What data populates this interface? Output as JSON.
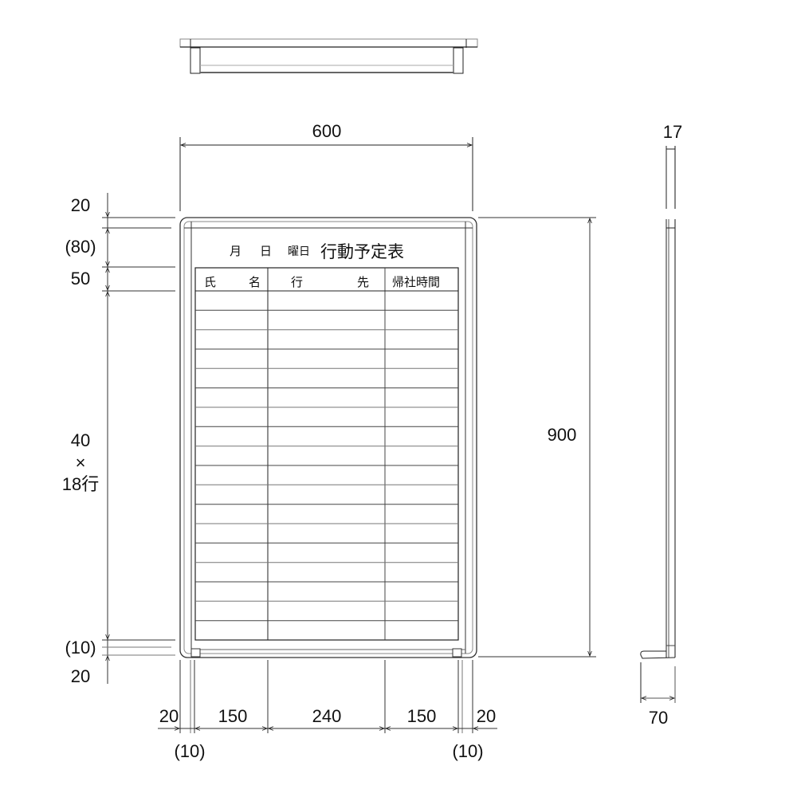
{
  "board": {
    "title_prefix_month": "月",
    "title_prefix_day": "日",
    "title_prefix_weekday": "曜日",
    "title_main": "行動予定表",
    "columns": [
      {
        "label_a": "氏",
        "label_b": "名"
      },
      {
        "label_a": "行",
        "label_b": "先"
      },
      {
        "label_a": "帰社時間",
        "label_b": ""
      }
    ],
    "row_count": 18
  },
  "dimensions": {
    "top_width": "600",
    "height": "900",
    "side_depth_top": "17",
    "side_depth_bottom": "70",
    "left": {
      "d1": "20",
      "d2": "(80)",
      "d3": "50",
      "d4_line1": "40",
      "d4_line2": "×",
      "d4_line3": "18行",
      "d5": "(10)",
      "d6": "20"
    },
    "bottom": {
      "left_margin": "20",
      "left_inner": "(10)",
      "col1": "150",
      "col2": "240",
      "col3": "150",
      "right_margin": "20",
      "right_inner": "(10)"
    }
  }
}
